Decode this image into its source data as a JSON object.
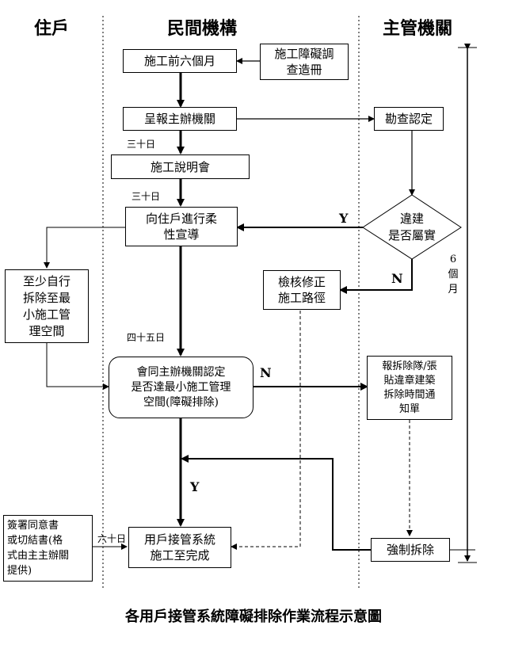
{
  "headers": {
    "residents": "住戶",
    "private": "民間機構",
    "authority": "主管機關"
  },
  "nodes": {
    "six_months_before": "施工前六個月",
    "obstacle_survey": "施工障礙調\n查造冊",
    "report_to_organizer": "呈報主辦機關",
    "inspection": "勘查認定",
    "briefing": "施工說明會",
    "persuade": "向住戶進行柔\n性宣導",
    "violation": "違建\n是否屬實",
    "self_demolish": "至少自行\n拆除至最\n小施工管\n理空間",
    "review_route": "檢核修正\n施工路徑",
    "confirm_space": "會同主辦機關認定\n是否達最小施工管理\n空間(障礙排除)",
    "report_demolition": "報拆除隊/張\n貼違章建築\n拆除時間通\n知單",
    "sign_consent": "簽署同意書\n或切結書(格\n式由主主辦關\n提供)",
    "completion": "用戶接管系統\n施工至完成",
    "forced_demolition": "強制拆除"
  },
  "labels": {
    "days30_a": "三十日",
    "days30_b": "三十日",
    "days45": "四十五日",
    "days60": "六十日",
    "yes_violation": "Y",
    "no_violation": "N",
    "no_space": "N",
    "yes_space": "Y",
    "six_months": "6\n個\n月"
  },
  "caption": "各用戶接管系統障礙排除作業流程示意圖"
}
